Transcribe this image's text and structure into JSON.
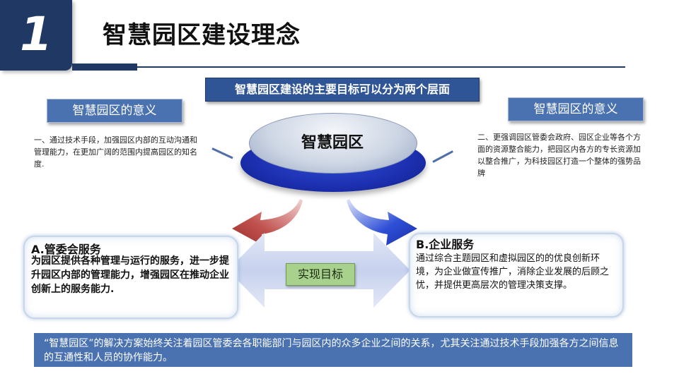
{
  "header": {
    "number": "1",
    "title": "智慧园区建设理念"
  },
  "banner": "智慧园区建设的主要目标可以分为两个层面",
  "meaning_left": "智慧园区的意义",
  "meaning_right": "智慧园区的意义",
  "left_text": "一、通过技术手段，加强园区内部的互动沟通和管理能力，在更加广阔的范围内提高园区的知名度.",
  "right_text": "二、更强调园区管委会政府、园区企业等各个方面的资源整合能力，把园区内各方的专长资源加以整合推广，为科技园区打造一个整体的强势品牌",
  "center": "智慧园区",
  "goal": "实现目标",
  "service_a": {
    "title": "A.管委会服务",
    "text": "为园区提供各种管理与运行的服务，进一步提升园区内部的管理能力，增强园区在推动企业创新上的服务能力."
  },
  "service_b": {
    "title": "B.企业服务",
    "text": "通过综合主题园区和虚拟园区的的优良创新环境，为企业做宣传推广，消除企业发展的后顾之忧，并提供更高层次的管理决策支撑。"
  },
  "summary": "“智慧园区”的解决方案始终关注着园区管委会各职能部门与园区内的众多企业之间的关系，尤其关注通过技术手段加强各方之间信息的互通性和人员的协作能力。",
  "colors": {
    "navy": "#1f3864",
    "banner_blue": "#2f5597",
    "label_blue": "#4a72b0",
    "goal_green": "#a9d18e",
    "arrow_red": "#c0504d",
    "arrow_blue": "#2e4fd6"
  }
}
